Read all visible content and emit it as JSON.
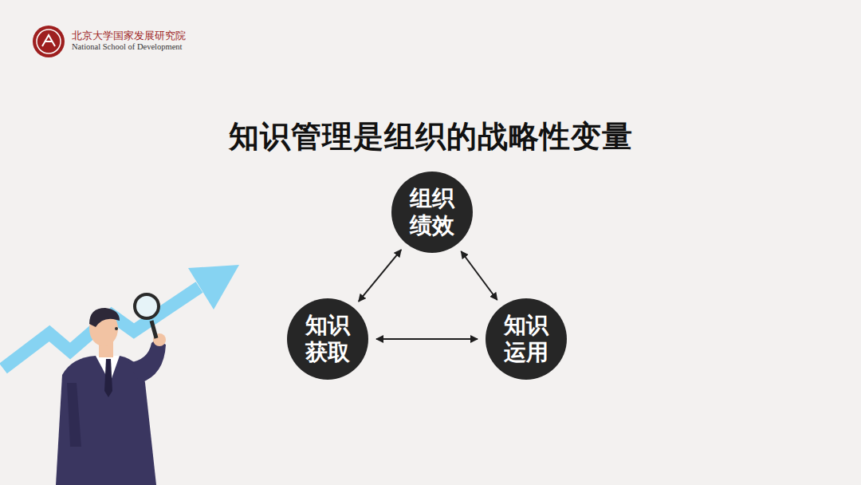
{
  "diagram": {
    "title": "知识管理是组织的战略性变量",
    "nodes": [
      {
        "text": [
          "组织 绩效"
        ]
      },
      {
        "text": [
          "知识 获取"
        ]
      },
      {
        "text": [
          "知识 运用"
        ]
      }
    ],
    "edges": [
      {
        "from": 0,
        "to": 1,
        "arrow": "both"
      },
      {
        "from": 0,
        "to": 2,
        "arrow": "both"
      },
      {
        "from": 1,
        "to": 2,
        "arrow": "both"
      }
    ],
    "labels": [
      "北京大学国家发展研究院",
      "National School of Development"
    ]
  }
}
